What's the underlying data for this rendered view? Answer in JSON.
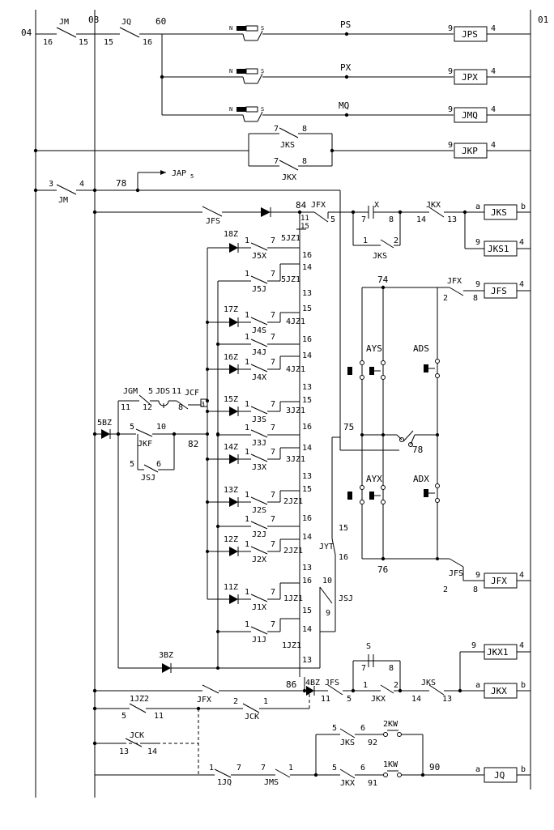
{
  "nodes": {
    "n04": "04",
    "n08": "08",
    "n60": "60",
    "n01": "01",
    "n78": "78",
    "n84": "84",
    "n74": "74",
    "n75": "75",
    "n82": "82",
    "n76": "76",
    "n86": "86",
    "n92": "92",
    "n91": "91",
    "n90": "90"
  },
  "contacts": {
    "jm_top": "JM",
    "jq_top": "JQ",
    "jm_mid": "JM",
    "jfs_r1": "JFS",
    "jfx_84": "JFX",
    "x_no": "X",
    "jkx_r1": "JKX",
    "jks_r1": "JKS",
    "j5x": "J5X",
    "j5j": "J5J",
    "j4s": "J4S",
    "j4j": "J4J",
    "j4x": "J4X",
    "j3s": "J3S",
    "j3j": "J3J",
    "j3x": "J3X",
    "j2s": "J2S",
    "j2j": "J2J",
    "j2x": "J2X",
    "j1x": "J1X",
    "j1j": "J1J",
    "jgm": "JGM",
    "jds": "JDS",
    "jcf": "JCF",
    "jkf": "JKF",
    "jsj_l": "JSJ",
    "jyt": "JYT",
    "jsj_r": "JSJ",
    "jfx_2": "JFX",
    "jfs_2": "JFS",
    "s_no": "S",
    "jfs_86": "JFS",
    "jkx_86": "JKX",
    "jks_86": "JKS",
    "jfx_l": "JFX",
    "jck_1": "JCK",
    "jck_2": "JCK",
    "jks_bot": "JKS",
    "jkx_bot": "JKX",
    "jms": "JMS",
    "jq_1": "1JQ"
  },
  "switches": {
    "ps": "PS",
    "px": "PX",
    "mq": "MQ",
    "n": "N",
    "s": "S",
    "jks": "JKS",
    "jkx": "JKX"
  },
  "coils": {
    "jps": "JPS",
    "jpx": "JPX",
    "jmq": "JMQ",
    "jkp": "JKP",
    "jks": "JKS",
    "jks1": "JKS1",
    "jfs": "JFS",
    "jfx": "JFX",
    "jkx1": "JKX1",
    "jkx": "JKX",
    "jq": "JQ"
  },
  "floor_contacts": [
    "5JZ1",
    "5JZ1",
    "4JZ1",
    "4JZ1",
    "3JZ1",
    "3JZ1",
    "2JZ1",
    "2JZ1",
    "1JZ1",
    "1JZ1"
  ],
  "diodes": {
    "z18": "18Z",
    "z17": "17Z",
    "z16": "16Z",
    "z15": "15Z",
    "z14": "14Z",
    "z13": "13Z",
    "z12": "12Z",
    "z11": "11Z",
    "bz5": "5BZ",
    "bz3": "3BZ",
    "bz4": "4BZ"
  },
  "buttons": {
    "ays": "AYS",
    "ads": "ADS",
    "ayx": "AYX",
    "adx": "ADX"
  },
  "others": {
    "jap": "JAP",
    "jap_sub": "5",
    "jz2": "1JZ2",
    "kw2": "2KW",
    "kw1": "1KW"
  },
  "pins": {
    "p16": "16",
    "p15": "15",
    "p9": "9",
    "p4": "4",
    "p7": "7",
    "p8": "8",
    "p3": "3",
    "p14": "14",
    "p13": "13",
    "p1": "1",
    "p2": "2",
    "p5": "5",
    "p11": "11",
    "p10": "10",
    "p6": "6",
    "p12": "12",
    "pa": "a",
    "pb": "b"
  }
}
